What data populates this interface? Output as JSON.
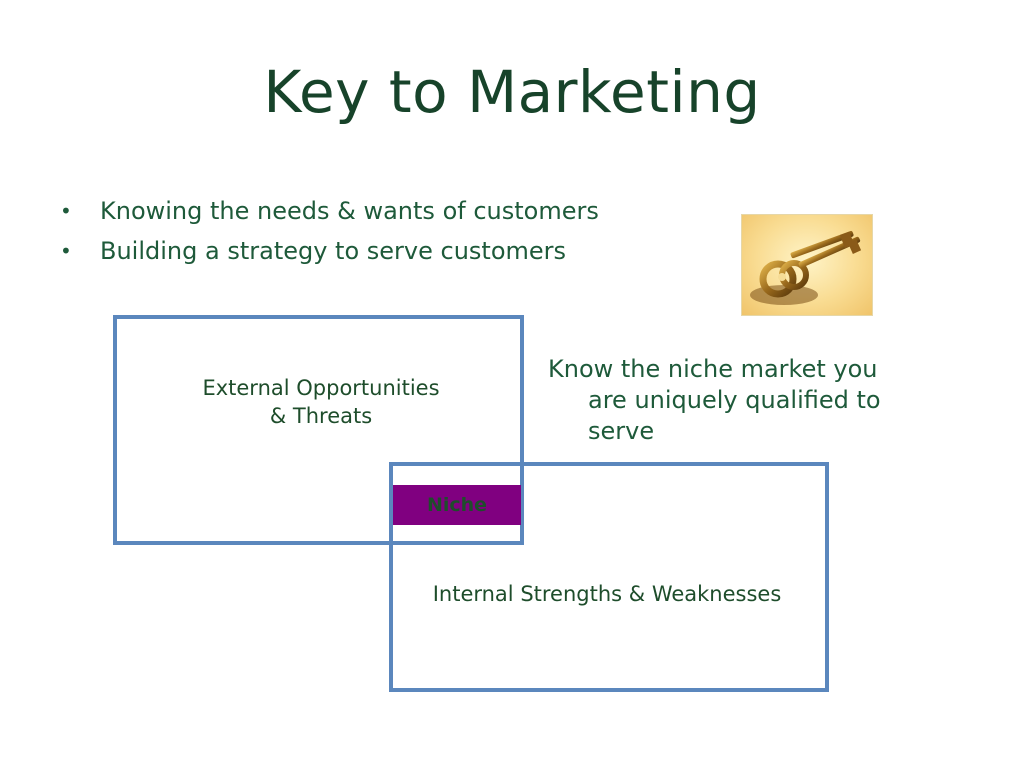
{
  "slide": {
    "title": "Key to Marketing",
    "bullets": [
      "Knowing the needs & wants of customers",
      "Building a strategy to serve customers"
    ],
    "bullet_symbol": "•",
    "image": "golden-keys-image",
    "external_box": {
      "line1": "External Opportunities",
      "line2": "& Threats"
    },
    "internal_box": {
      "label": "Internal Strengths & Weaknesses"
    },
    "niche_label": "Niche",
    "niche_color": "#800080",
    "box_border_color": "#5b87bd",
    "side_text": {
      "line1": "Know the niche market you",
      "line2": "are uniquely qualified to",
      "line3": "serve"
    }
  }
}
